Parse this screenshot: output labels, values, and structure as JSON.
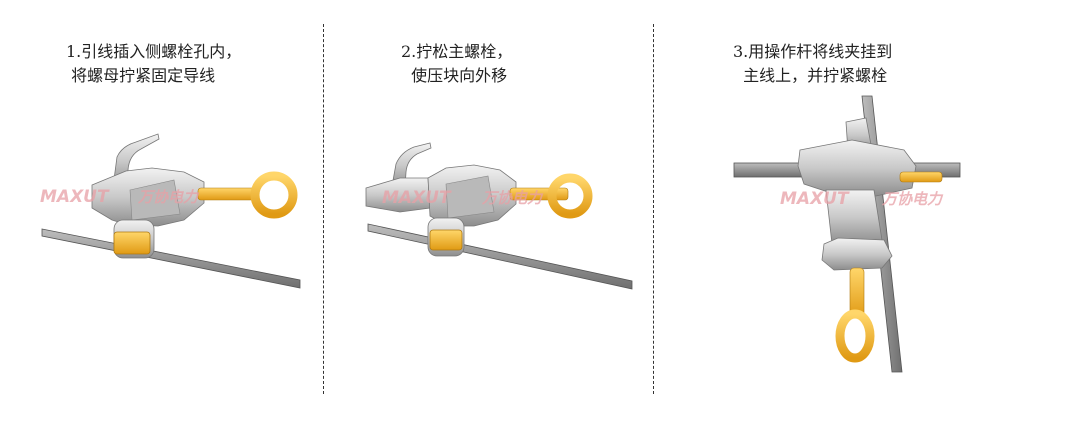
{
  "steps": [
    {
      "line1": "1.引线插入侧螺栓孔内，",
      "line2": " 将螺母拧紧固定导线"
    },
    {
      "line1": "2.拧松主螺栓，",
      "line2": "  使压块向外移"
    },
    {
      "line1": "3.用操作杆将线夹挂到",
      "line2": "  主线上，并拧紧螺栓"
    }
  ],
  "watermark": {
    "brand": "MAXUT",
    "cn": "万协电力"
  },
  "colors": {
    "metal": "#c9c9c9",
    "gold": "#f2b12c",
    "wire": "#8c8c8c",
    "watermark": "#e8a0a6"
  }
}
